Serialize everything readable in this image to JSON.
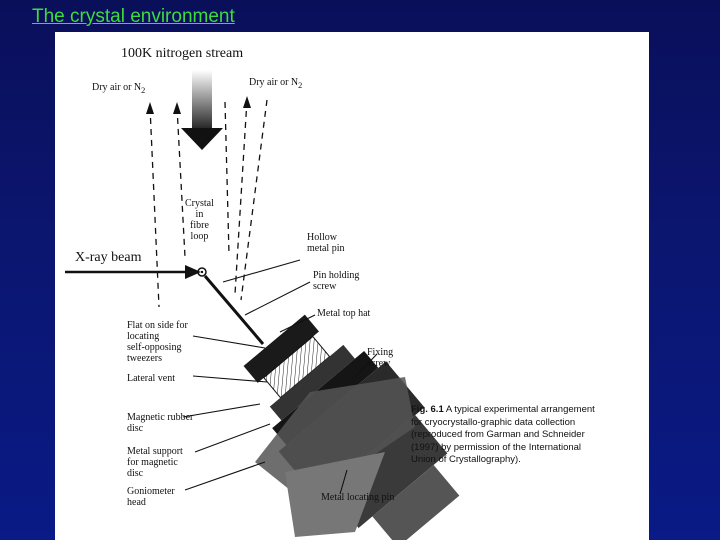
{
  "slide": {
    "title": "The crystal environment"
  },
  "diagram": {
    "labels": {
      "nitrogen_stream": "100K nitrogen stream",
      "dry_air_left": "Dry air or N",
      "dry_air_left_sub": "2",
      "dry_air_right": "Dry air or N",
      "dry_air_right_sub": "2",
      "crystal": "Crystal\nin\nfibre\nloop",
      "xray_beam": "X-ray beam",
      "hollow_pin": "Hollow\nmetal pin",
      "pin_screw": "Pin  holding\nscrew",
      "top_hat": "Metal top hat",
      "flat_side": "Flat on side for\nlocating\nself-opposing\ntweezers",
      "fixing_screw": "Fixing\nscrew",
      "lateral_vent": "Lateral vent",
      "magnetic_disc": "Magnetic  rubber\ndisc",
      "metal_support": "Metal support\nfor magnetic\ndisc",
      "goniometer": "Goniometer\nhead",
      "locating_pin": "Metal locating pin"
    },
    "caption": {
      "fig_number": "Fig. 6.1",
      "text": "A typical experimental arrangement for cryocrystallo-graphic data collection (reproduced from Garman and Schneider (1997) by permission of the International Union of Crystallography)."
    }
  }
}
